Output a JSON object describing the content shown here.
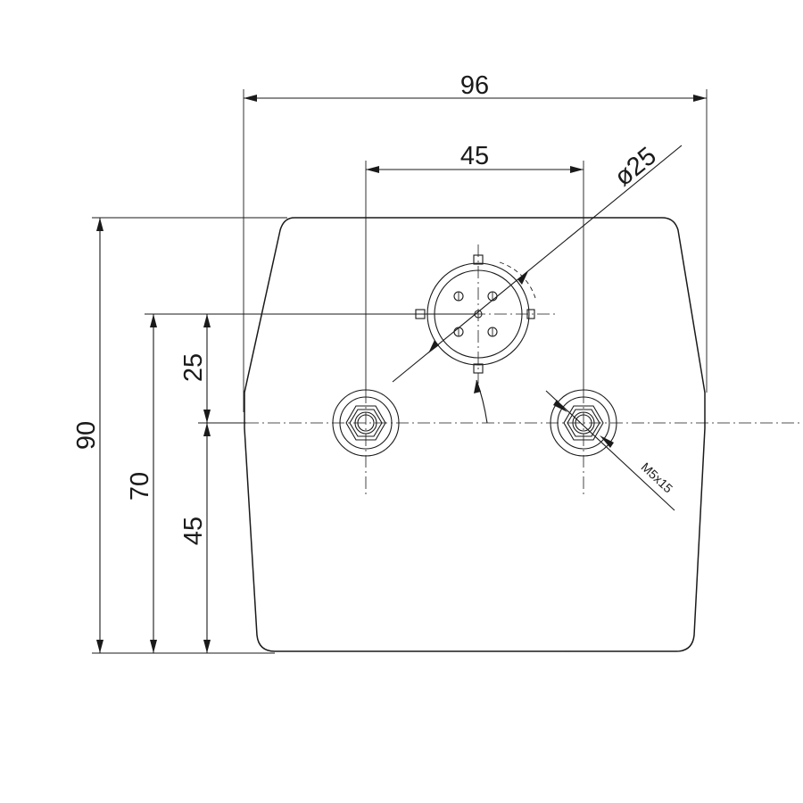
{
  "dimensions": {
    "overall_width": "96",
    "bolt_spacing": "45",
    "connector_diameter": "ø25",
    "overall_height": "90",
    "connector_height": "70",
    "bolt_height": "45",
    "connector_offset": "25",
    "thread_spec": "M5x15"
  }
}
